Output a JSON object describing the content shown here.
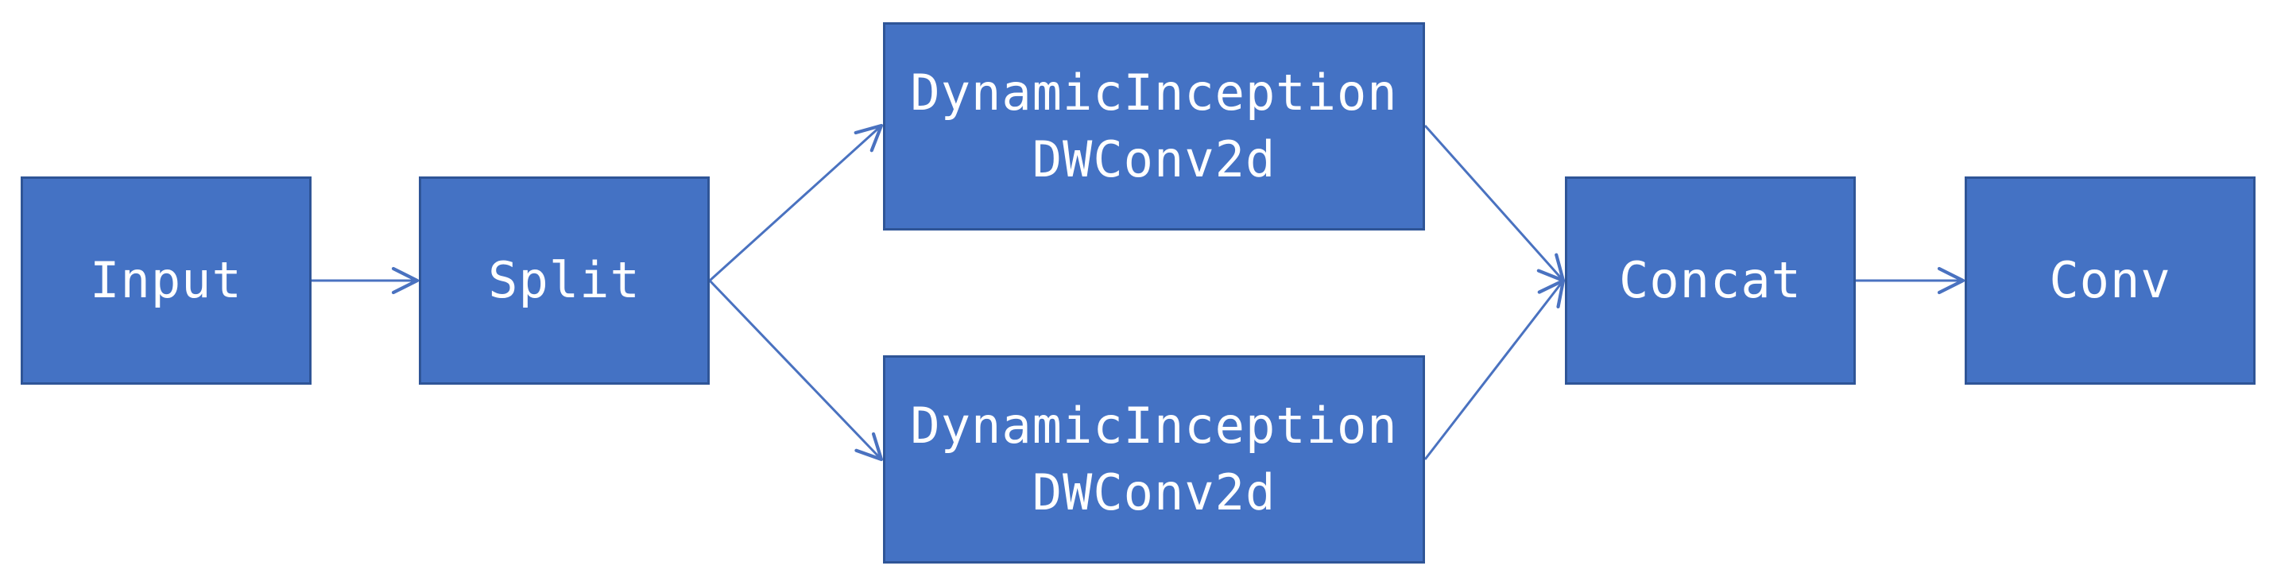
{
  "diagram": {
    "nodes": {
      "input": {
        "label": "Input"
      },
      "split": {
        "label": "Split"
      },
      "dyn_top": {
        "line1": "DynamicInception",
        "line2": "DWConv2d"
      },
      "dyn_bottom": {
        "line1": "DynamicInception",
        "line2": "DWConv2d"
      },
      "concat": {
        "label": "Concat"
      },
      "conv": {
        "label": "Conv"
      }
    },
    "edges": [
      {
        "from": "input",
        "to": "split"
      },
      {
        "from": "split",
        "to": "dyn_top"
      },
      {
        "from": "split",
        "to": "dyn_bottom"
      },
      {
        "from": "dyn_top",
        "to": "concat"
      },
      {
        "from": "dyn_bottom",
        "to": "concat"
      },
      {
        "from": "concat",
        "to": "conv"
      }
    ],
    "colors": {
      "box_fill": "#4472c4",
      "box_border": "#2f5597",
      "box_text": "#ffffff",
      "arrow": "#4a72c0"
    }
  }
}
